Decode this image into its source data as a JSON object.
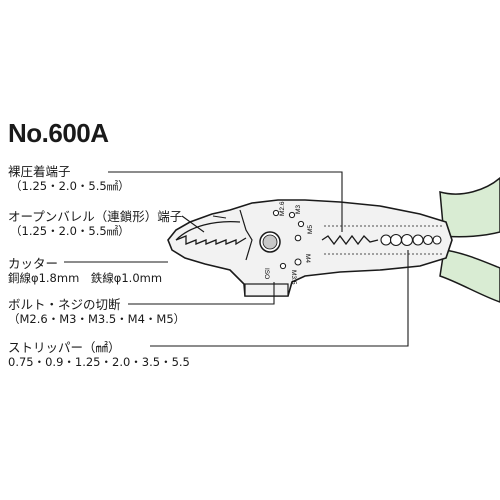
{
  "model": "No.600A",
  "labels": {
    "crimp_insulated": {
      "name": "裸圧着端子",
      "sizes": "（1.25・2.0・5.5㎟）"
    },
    "crimp_open_barrel": {
      "name": "オープンバレル（連鎖形）端子",
      "sizes": "（1.25・2.0・5.5㎟）"
    },
    "cutter": {
      "name": "カッター",
      "spec": "銅線φ1.8mm　鉄線φ1.0mm"
    },
    "bolt_cutter": {
      "name": "ボルト・ネジの切断",
      "sizes": "（M2.6・M3・M3.5・M4・M5）"
    },
    "stripper": {
      "name": "ストリッパー（㎟）",
      "sizes": "0.75・0.9・1.25・2.0・3.5・5.5"
    }
  },
  "tool_markings": [
    "M2.6",
    "M3",
    "M5",
    "M3.5",
    "M4",
    "ISO"
  ],
  "colors": {
    "handle_grip": "#d9ecd3",
    "tool_body": "#f2f2f2",
    "outline": "#1a1a1a"
  }
}
